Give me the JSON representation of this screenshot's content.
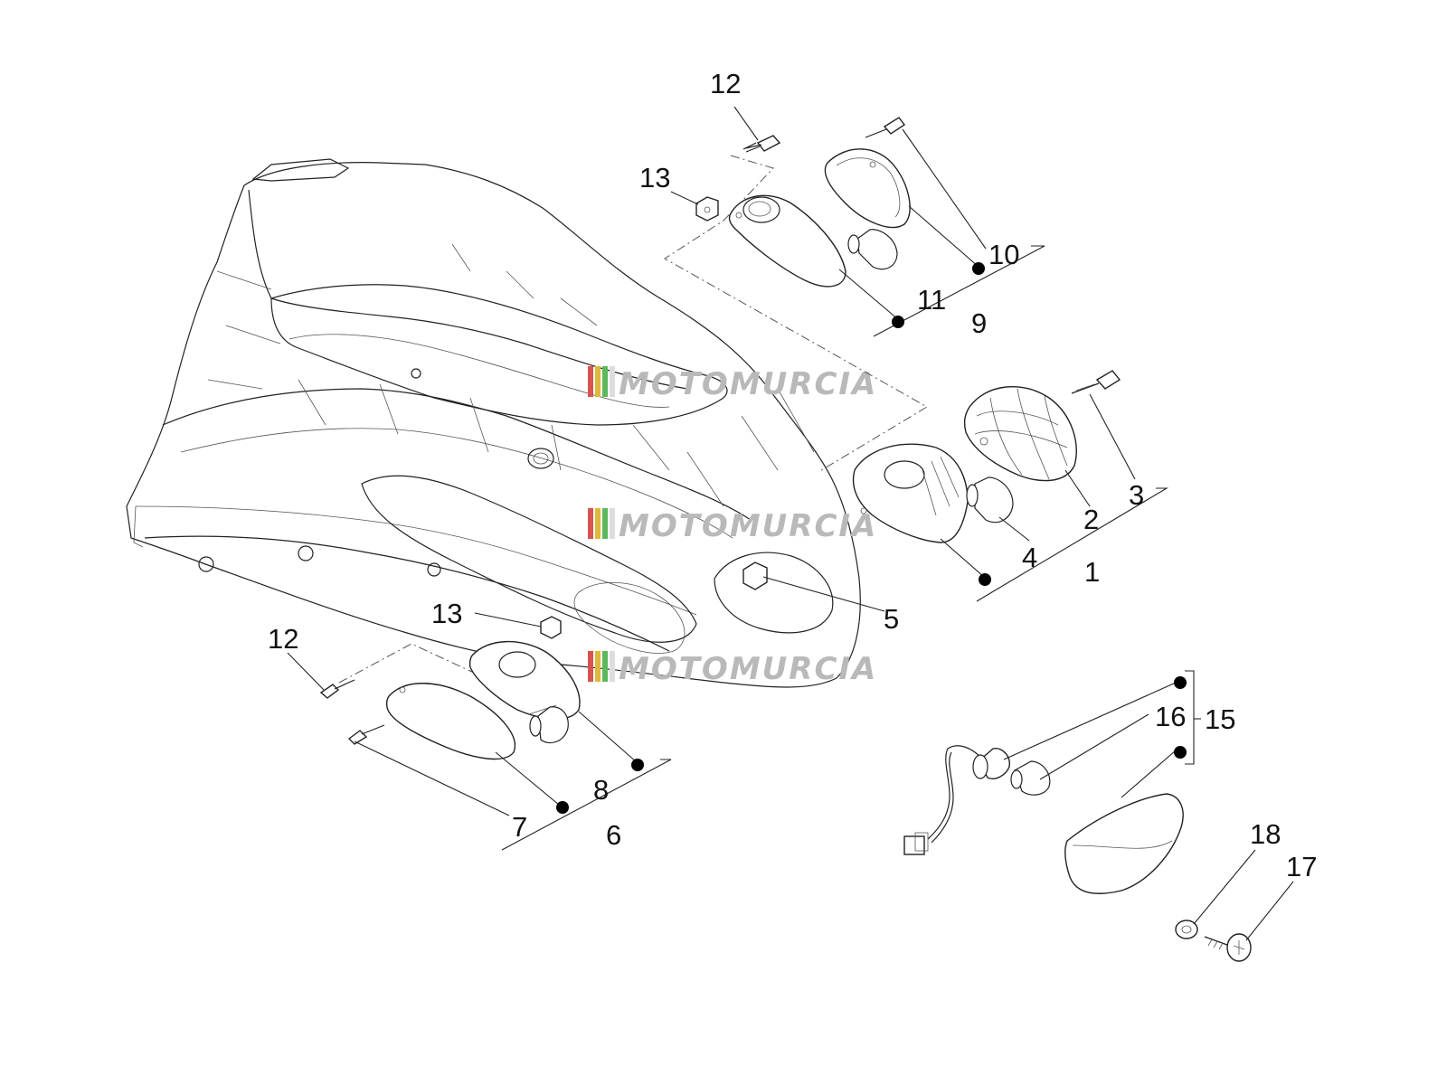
{
  "labels": {
    "l1": "1",
    "l2": "2",
    "l3": "3",
    "l4": "4",
    "l5": "5",
    "l6": "6",
    "l7": "7",
    "l8": "8",
    "l9": "9",
    "l10": "10",
    "l11": "11",
    "l12a": "12",
    "l12b": "12",
    "l13a": "13",
    "l13b": "13",
    "l15": "15",
    "l16": "16",
    "l17": "17",
    "l18": "18"
  },
  "watermark": {
    "text": "MOTOMURCIA",
    "stripe_colors": [
      "#d9534f",
      "#e0b93c",
      "#5cb85c",
      "#e8e8e8"
    ]
  }
}
